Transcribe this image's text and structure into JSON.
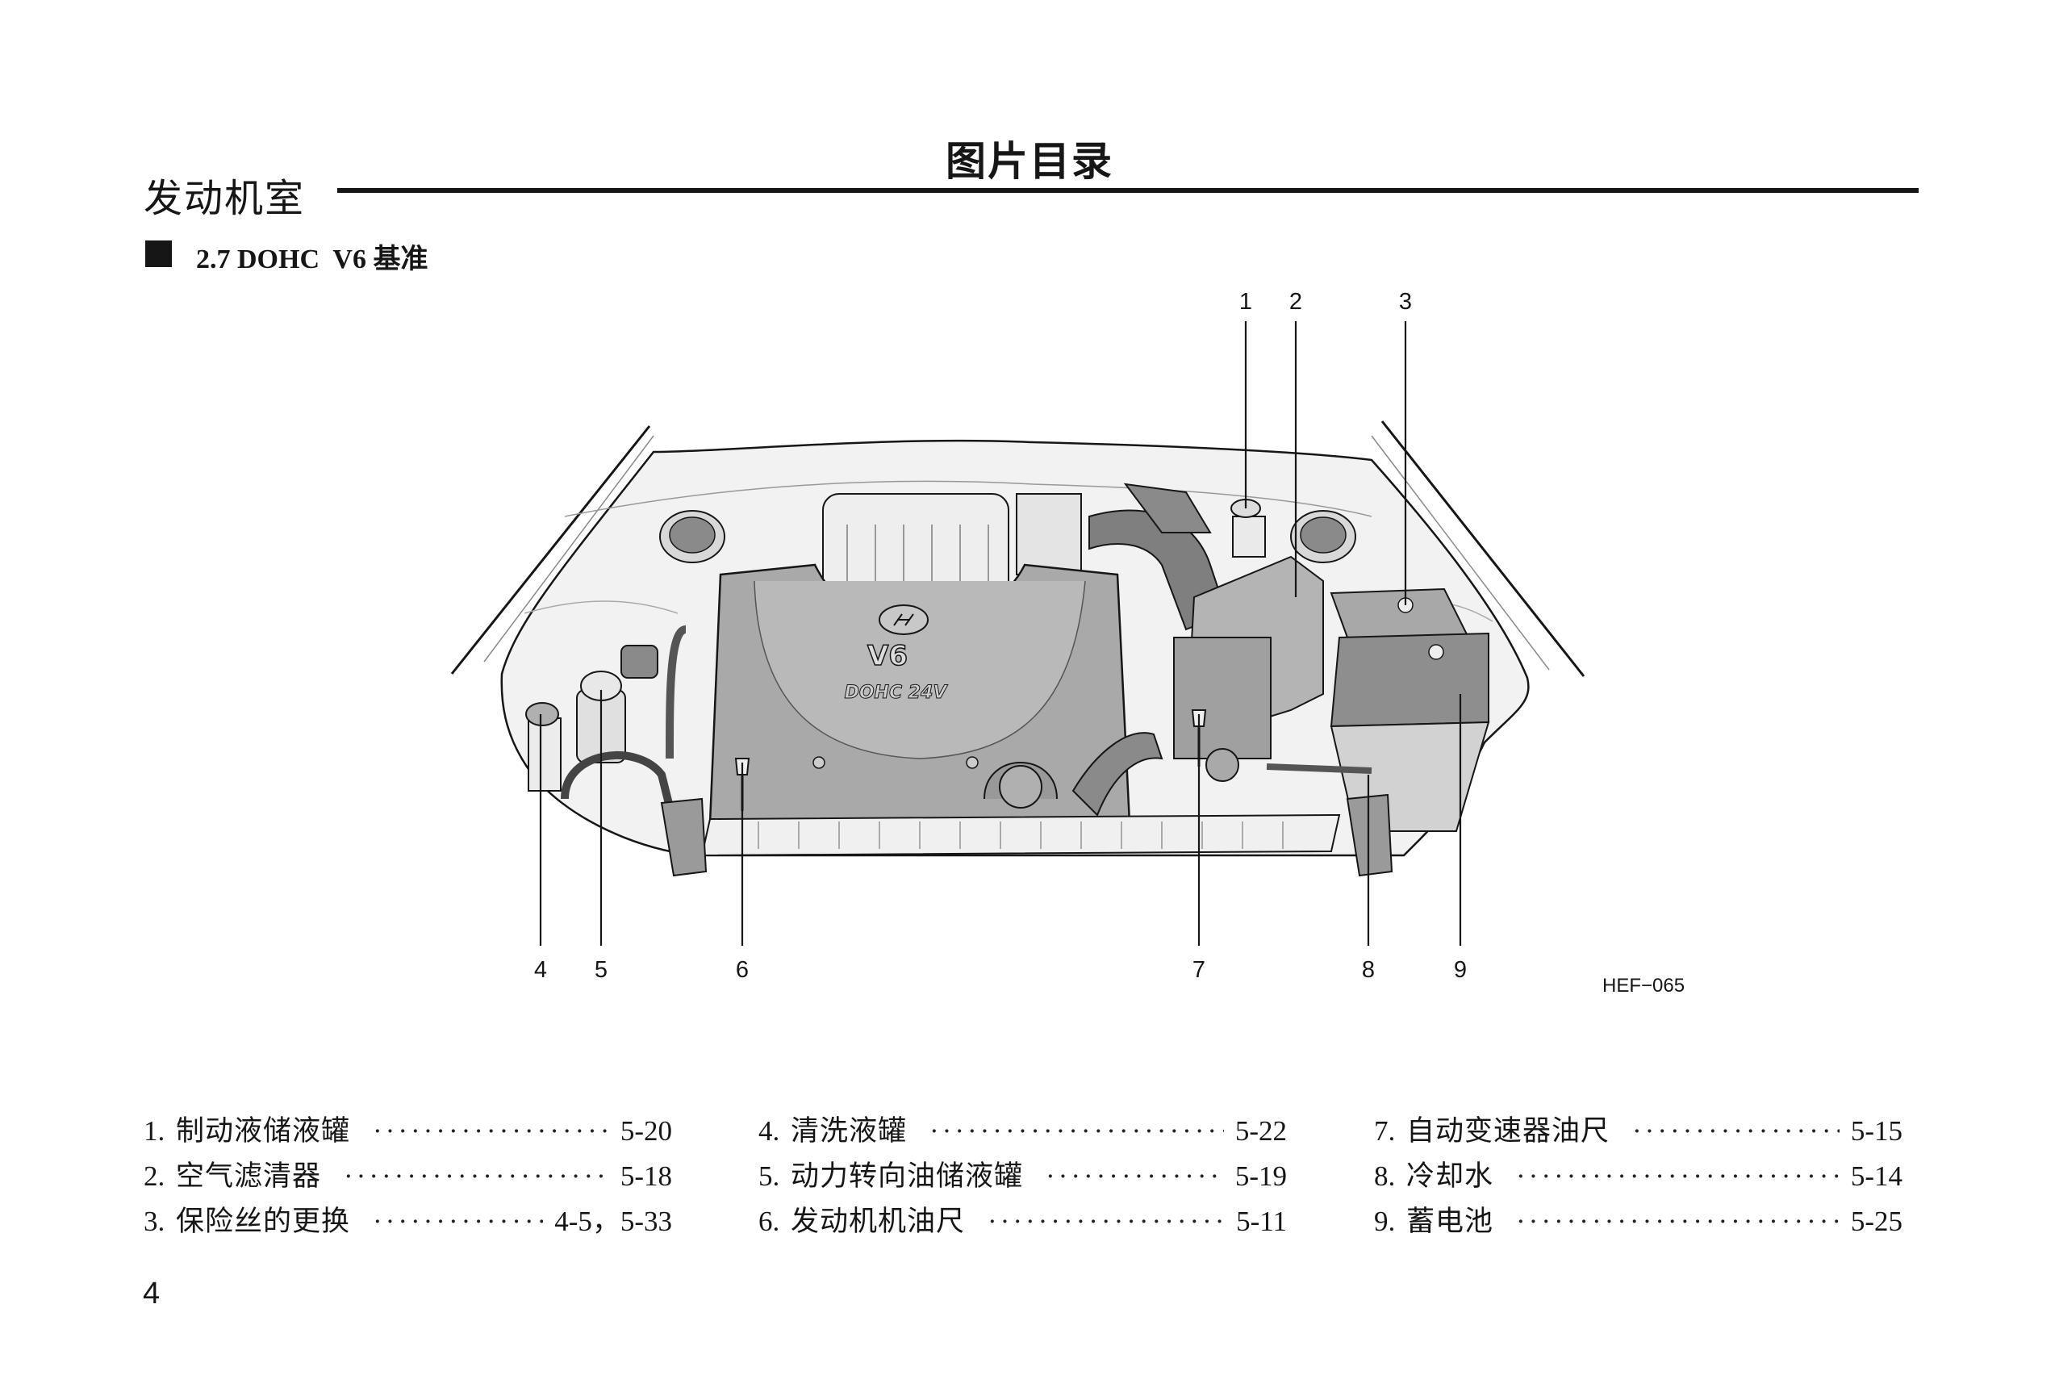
{
  "header": {
    "page_title": "图片目录",
    "section_title": "发动机室",
    "subsection_title": "2.7 DOHC  V6 基准"
  },
  "figure": {
    "engine_cover_text": {
      "model": "V6",
      "engine": "DOHC 24V"
    },
    "figure_code": "HEF−065",
    "callouts": [
      "1",
      "2",
      "3",
      "4",
      "5",
      "6",
      "7",
      "8",
      "9"
    ]
  },
  "parts": [
    {
      "num": "1.",
      "name": "制动液储液罐",
      "page": "5-20"
    },
    {
      "num": "2.",
      "name": "空气滤清器",
      "page": "5-18"
    },
    {
      "num": "3.",
      "name": "保险丝的更换",
      "page": "4-5，5-33"
    },
    {
      "num": "4.",
      "name": "清洗液罐",
      "page": "5-22"
    },
    {
      "num": "5.",
      "name": "动力转向油储液罐",
      "page": "5-19"
    },
    {
      "num": "6.",
      "name": "发动机机油尺",
      "page": "5-11"
    },
    {
      "num": "7.",
      "name": "自动变速器油尺",
      "page": "5-15"
    },
    {
      "num": "8.",
      "name": "冷却水",
      "page": "5-14"
    },
    {
      "num": "9.",
      "name": "蓄电池",
      "page": "5-25"
    }
  ],
  "leader": "·······························",
  "footer": {
    "page_number": "4"
  },
  "colors": {
    "ink": "#161616",
    "body_panel": "#f2f2f2",
    "engine_cover": "#a9a9a9",
    "dark_part": "#8a8a8a",
    "light_part": "#dcdcdc"
  }
}
